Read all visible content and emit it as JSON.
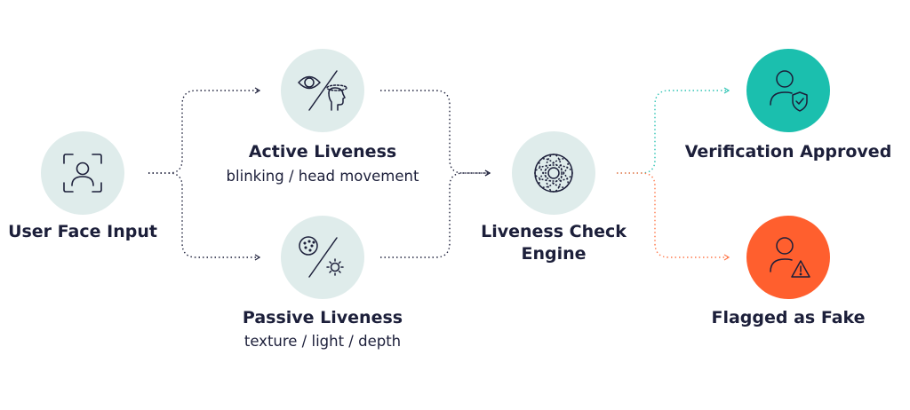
{
  "colors": {
    "node_fill": "#dfeceb",
    "icon_stroke": "#1c1f3a",
    "approved_fill": "#1bbfae",
    "fake_fill": "#ff5f2e",
    "dark_connector": "#1c1f3a",
    "approved_connector": "#2ec4b4",
    "fake_connector": "#ff7a4d"
  },
  "nodes": {
    "input": {
      "label": "User Face Input",
      "icon": "face-scan-icon"
    },
    "active": {
      "label": "Active Liveness",
      "sublabel": "blinking / head movement",
      "icon": "eye-head-icon"
    },
    "passive": {
      "label": "Passive Liveness",
      "sublabel": "texture / light / depth",
      "icon": "texture-light-icon"
    },
    "engine": {
      "label_line1": "Liveness Check",
      "label_line2": "Engine",
      "icon": "globe-grid-icon"
    },
    "approved": {
      "label": "Verification Approved",
      "icon": "user-shield-icon"
    },
    "fake": {
      "label": "Flagged as Fake",
      "icon": "user-warning-icon"
    }
  }
}
